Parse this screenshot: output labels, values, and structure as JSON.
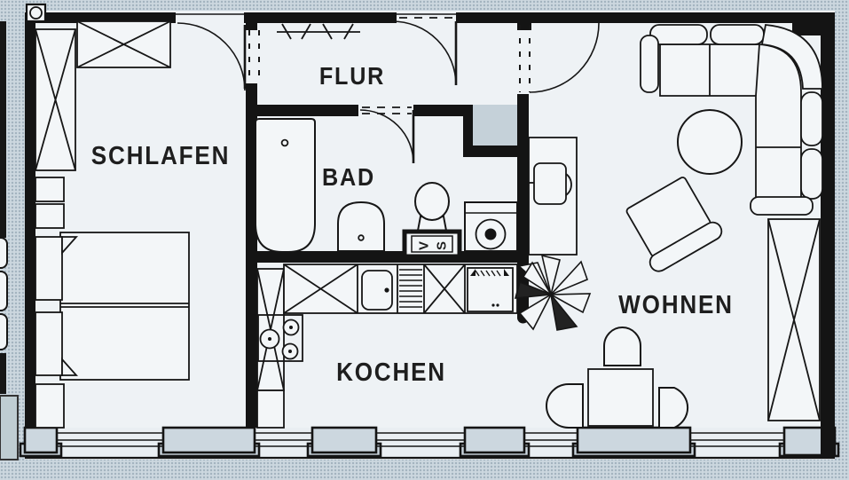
{
  "document": {
    "type": "apartment-floor-plan",
    "language": "de"
  },
  "rooms": {
    "schlafen": {
      "label": "SCHLAFEN",
      "furniture": [
        "wardrobe-top",
        "wardrobe-left",
        "shelf",
        "nightstand",
        "double-bed",
        "pillows"
      ]
    },
    "flur": {
      "label": "FLUR",
      "furniture": [
        "coat-rack",
        "entrance-door"
      ]
    },
    "bad": {
      "label": "BAD",
      "furniture": [
        "bathtub",
        "washbasin",
        "toilet",
        "washing-machine",
        "appliance-box"
      ]
    },
    "kochen": {
      "label": "KOCHEN",
      "furniture": [
        "tall-cabinet",
        "stove",
        "base-cabinet",
        "kitchen-counter",
        "kitchen-sink",
        "dishwasher",
        "fridge"
      ]
    },
    "wohnen": {
      "label": "WOHNEN",
      "furniture": [
        "corner-sofa",
        "coffee-table",
        "armchair",
        "tv-sideboard",
        "tv",
        "plant",
        "dining-table",
        "dining-chairs",
        "wardrobe"
      ]
    }
  },
  "tags": {
    "appliance_box": {
      "label": "VS",
      "char1": "V",
      "char2": "S"
    }
  },
  "colors": {
    "wall": "#141414",
    "line": "#161616",
    "floor": "#eef2f5",
    "furn": "#f3f6f8",
    "exterior": "#ccd7df",
    "shaft": "#c5d1d9",
    "label": "#1e1e1e"
  }
}
